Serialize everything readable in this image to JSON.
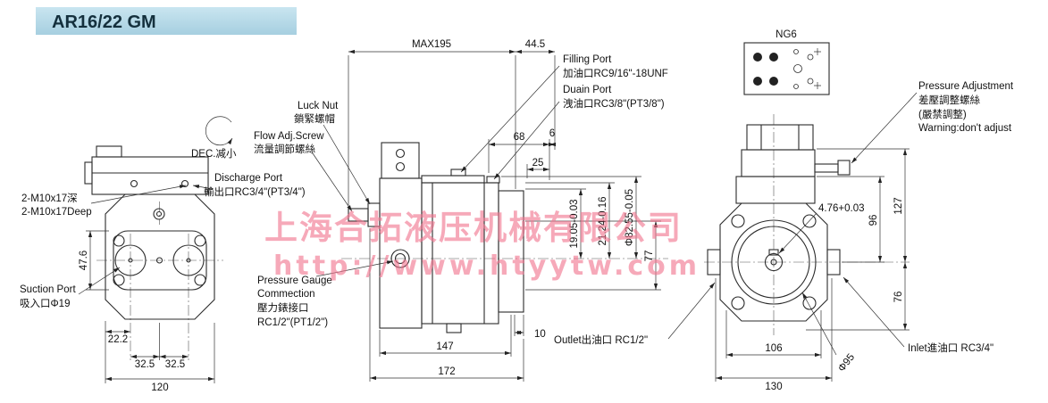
{
  "title": "AR16/22 GM",
  "watermark": {
    "line1": "上海合拓液压机械有限公司",
    "line2": "http://www.htyytw.com"
  },
  "callouts": {
    "ng6": "NG6",
    "filling_en": "Filling Port",
    "filling_zh": "加油口RC9/16\"-18UNF",
    "drain_en": "Duain Port",
    "drain_zh": "洩油口RC3/8\"(PT3/8\")",
    "locknut_en": "Luck Nut",
    "locknut_zh": "鎖緊螺帽",
    "flowadj_en": "Flow Adj.Screw",
    "flowadj_zh": "流量調節螺絲",
    "dec": "DEC.减小",
    "discharge_en": "Discharge Port",
    "discharge_zh": "輸出口RC3/4\"(PT3/4\")",
    "m10_zh": "2-M10x17深",
    "m10_en": "2-M10x17Deep",
    "suction_en": "Suction Port",
    "suction_zh": "吸入口Φ19",
    "gauge_en1": "Pressure Gauge",
    "gauge_en2": "Commection",
    "gauge_zh": "壓力錶接口",
    "gauge_size": "RC1/2\"(PT1/2\")",
    "padj_en": "Pressure Adjustment",
    "padj_zh": "差壓調整螺絲",
    "padj_warn_zh": "(嚴禁調整)",
    "padj_warn_en": "Warning:don't adjust",
    "outlet": "Outlet出油口 RC1/2\"",
    "inlet": "Inlet進油口 RC3/4\""
  },
  "dims": {
    "front_height": "47.6",
    "front_offset": "22.2",
    "front_pitch1": "32.5",
    "front_pitch2": "32.5",
    "front_width": "120",
    "side_max": "MAX195",
    "side_rear": "44.5",
    "side_top1": "68",
    "side_top2": "6",
    "side_top3": "25",
    "shaft_dia": "19.05-0.03",
    "shaft_key_h": "21.24-0.16",
    "pilot_dia": "Φ82.55-0.05",
    "side_77": "77",
    "side_10": "10",
    "side_147": "147",
    "side_172": "172",
    "key_w": "4.76+0.03",
    "rear_96": "96",
    "rear_127": "127",
    "rear_76": "76",
    "rear_106": "106",
    "rear_130": "130",
    "rear_dia95": "Φ95"
  }
}
